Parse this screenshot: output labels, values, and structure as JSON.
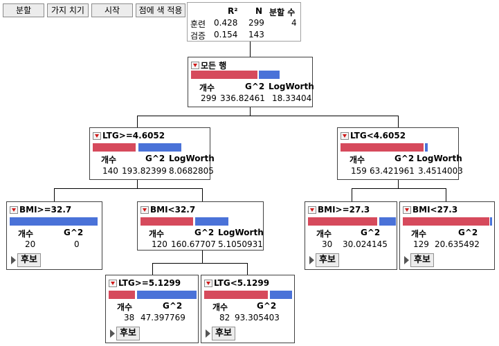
{
  "toolbar": {
    "split": "분할",
    "prune": "가지 치기",
    "go": "시작",
    "color_points": "점에 색 적용"
  },
  "summary": {
    "headers": [
      "R²",
      "N",
      "분할 수"
    ],
    "rows": [
      {
        "label": "훈련",
        "r2": "0.428",
        "n": "299",
        "splits": "4"
      },
      {
        "label": "검증",
        "r2": "0.154",
        "n": "143",
        "splits": ""
      }
    ]
  },
  "labels": {
    "count": "개수",
    "g2": "G^2",
    "logworth": "LogWorth",
    "candidates": "후보"
  },
  "colors": {
    "red": "#d64a5c",
    "blue": "#4a72d8"
  },
  "nodes": {
    "root": {
      "title": "모든 행",
      "count": "299",
      "g2": "336.82461",
      "logworth": "18.33404"
    },
    "ltg_ge": {
      "title": "LTG>=4.6052",
      "count": "140",
      "g2": "193.82399",
      "logworth": "8.0682805"
    },
    "ltg_lt": {
      "title": "LTG<4.6052",
      "count": "159",
      "g2": "63.421961",
      "logworth": "3.4514003"
    },
    "bmi_ge_32": {
      "title": "BMI>=32.7",
      "count": "20",
      "g2": "0"
    },
    "bmi_lt_32": {
      "title": "BMI<32.7",
      "count": "120",
      "g2": "160.67707",
      "logworth": "5.1050931"
    },
    "bmi_ge_27": {
      "title": "BMI>=27.3",
      "count": "30",
      "g2": "30.024145"
    },
    "bmi_lt_27": {
      "title": "BMI<27.3",
      "count": "129",
      "g2": "20.635492"
    },
    "ltg_ge_5": {
      "title": "LTG>=5.1299",
      "count": "38",
      "g2": "47.397769"
    },
    "ltg_lt_5": {
      "title": "LTG<5.1299",
      "count": "82",
      "g2": "93.305403"
    }
  }
}
